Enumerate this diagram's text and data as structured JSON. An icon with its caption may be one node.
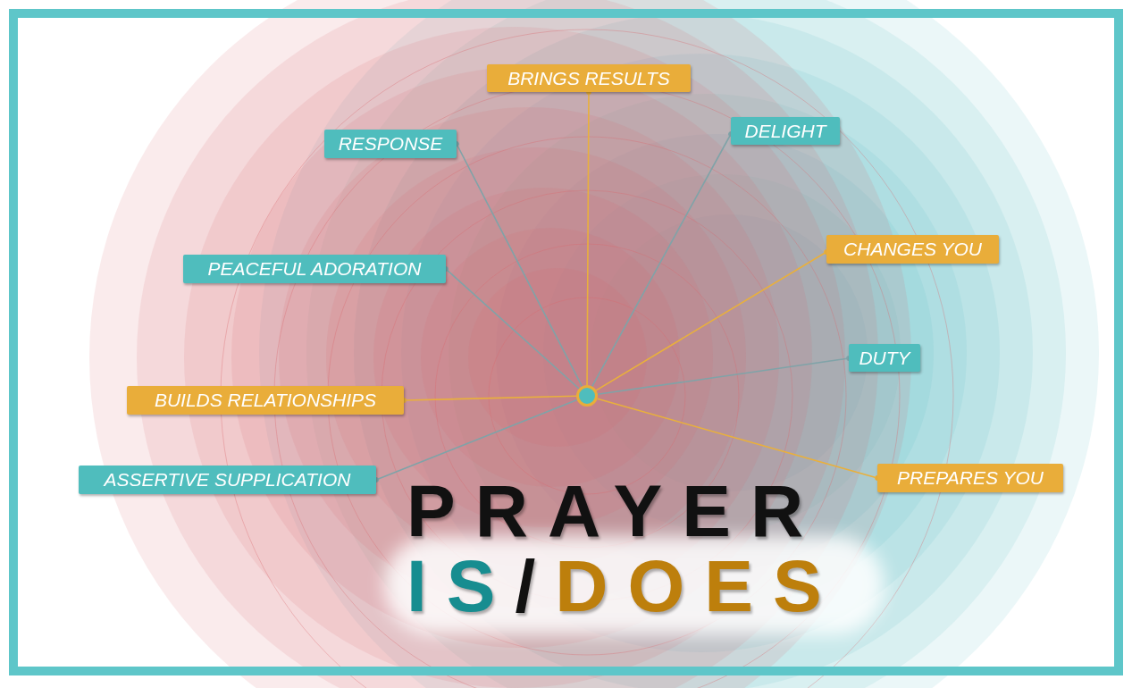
{
  "diagram": {
    "title": "PRAYER IS/DOES",
    "nodes": [
      {
        "text": [],
        "shape": "circle"
      },
      {
        "text": [
          "BRINGS RESULTS"
        ]
      },
      {
        "text": [
          "DELIGHT"
        ]
      },
      {
        "text": [
          "RESPONSE"
        ]
      },
      {
        "text": [
          "CHANGES YOU"
        ]
      },
      {
        "text": [
          "PEACEFUL ADORATION"
        ]
      },
      {
        "text": [
          "DUTY"
        ]
      },
      {
        "text": [
          "BUILDS RELATIONSHIPS"
        ]
      },
      {
        "text": [
          "PREPARES YOU"
        ]
      },
      {
        "text": [
          "ASSERTIVE SUPPLICATION"
        ]
      }
    ],
    "edges": [
      {
        "from": 0,
        "to": 1,
        "arrow": "other",
        "color": "#e9b03c"
      },
      {
        "from": 0,
        "to": 2,
        "arrow": "other"
      },
      {
        "from": 0,
        "to": 3,
        "arrow": "other"
      },
      {
        "from": 0,
        "to": 4,
        "arrow": "other",
        "color": "#e9b03c"
      },
      {
        "from": 0,
        "to": 5,
        "arrow": "other"
      },
      {
        "from": 0,
        "to": 6,
        "arrow": "other"
      },
      {
        "from": 0,
        "to": 7,
        "arrow": "other",
        "color": "#e9b03c"
      },
      {
        "from": 0,
        "to": 8,
        "arrow": "other",
        "color": "#e9b03c"
      },
      {
        "from": 0,
        "to": 9,
        "arrow": "other"
      }
    ]
  }
}
